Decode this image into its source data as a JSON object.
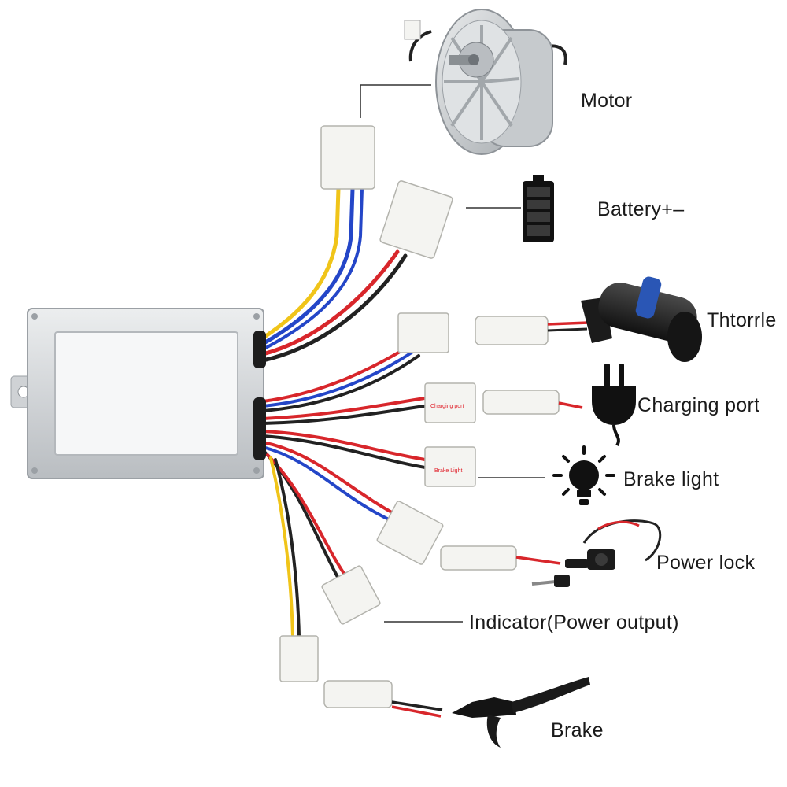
{
  "labels": {
    "motor": "Motor",
    "battery": "Battery+–",
    "throttle": "Thtorrle",
    "charging_port": "Charging port",
    "brake_light": "Brake light",
    "power_lock": "Power lock",
    "indicator": "Indicator(Power output)",
    "brake": "Brake"
  },
  "connector_tags": {
    "charging": "Charging port",
    "brake_light": "Brake Light"
  },
  "colors": {
    "wire_red": "#d8262b",
    "wire_black": "#222222",
    "wire_blue": "#2446c8",
    "wire_yellow": "#f0c419",
    "controller": "#d7d9db",
    "connector": "#f4f4f1",
    "tag_text": "#e0202a"
  },
  "icons": [
    "motor-icon",
    "battery-icon",
    "throttle-icon",
    "plug-icon",
    "bulb-icon",
    "key-switch-icon",
    "brake-lever-icon"
  ]
}
